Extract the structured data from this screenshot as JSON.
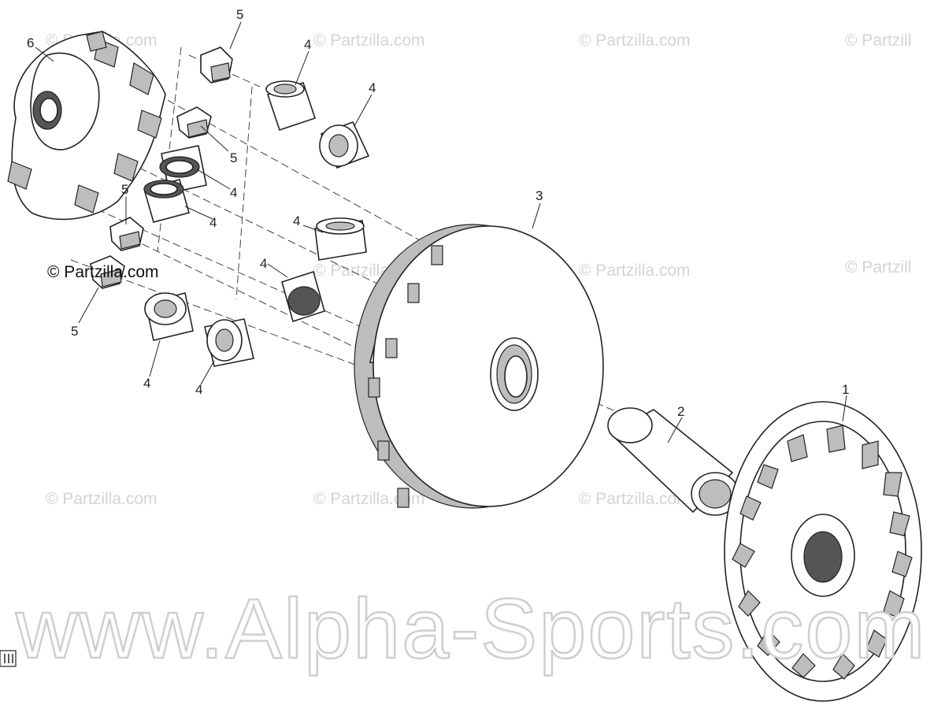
{
  "callouts": {
    "part_1": "1",
    "part_2": "2",
    "part_3": "3",
    "part_4": "4",
    "part_5": "5",
    "part_6": "6"
  },
  "watermark": {
    "small": "© Partzilla.com",
    "small_clipped": "© Partzill",
    "dark": "© Partzilla.com",
    "site": "www.Alpha-Sports.com"
  },
  "colors": {
    "line": "#222222",
    "shade": "#bdbdbd",
    "watermark": "#d4d4d4"
  }
}
